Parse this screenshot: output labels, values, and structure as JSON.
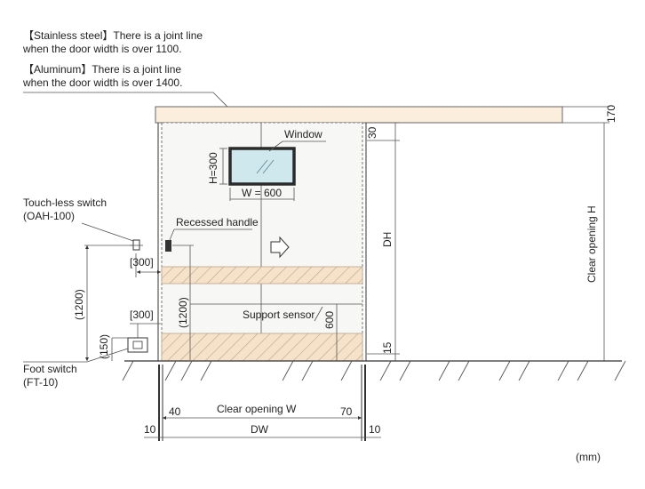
{
  "notes": {
    "stainless_line1": "【Stainless steel】There is a joint line",
    "stainless_line2": "when the door width is over 1100.",
    "aluminum_line1": "【Aluminum】There is a joint line",
    "aluminum_line2": "when the door width is over 1400."
  },
  "labels": {
    "window": "Window",
    "window_height": "H=300",
    "window_width": "W = 600",
    "recessed_handle": "Recessed handle",
    "touchless_switch_line1": "Touch-less switch",
    "touchless_switch_line2": "(OAH-100)",
    "foot_switch_line1": "Foot switch",
    "foot_switch_line2": "(FT-10)",
    "support_sensor": "Support sensor",
    "clear_opening_h": "Clear opening H",
    "clear_opening_w": "Clear opening W",
    "dh": "DH",
    "dw": "DW",
    "unit": "(mm)"
  },
  "dimensions": {
    "rail_height": "170",
    "top_gap": "30",
    "bottom_gap": "15",
    "switch_offset_1": "[300]",
    "switch_offset_2": "[300]",
    "switch_height": "(1200)",
    "handle_height": "(1200)",
    "foot_switch_size": "(150)",
    "sensor_height": "600",
    "left_margin_40": "40",
    "right_margin_70": "70",
    "left_10": "10",
    "right_10": "10"
  },
  "colors": {
    "rail_fill": "#fbeedd",
    "hatch_fill": "#f6e2c9",
    "hatch_line": "#b7a48c",
    "window_frame": "#2b2b2b",
    "window_glass": "#cfe8ee",
    "door_fill": "#f7f7f5"
  }
}
